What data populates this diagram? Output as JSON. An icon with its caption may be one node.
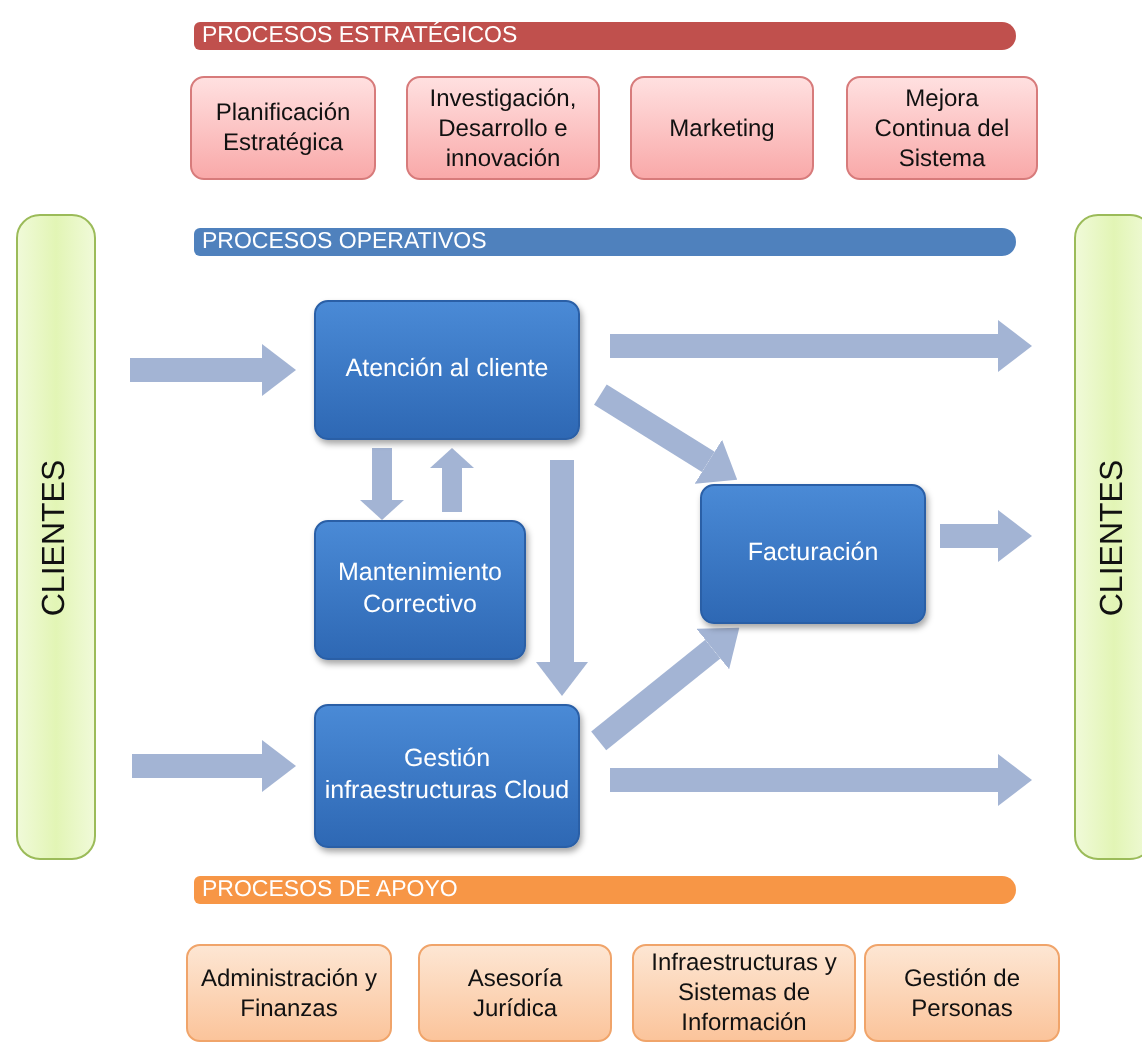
{
  "diagram": {
    "nodes": [
      {
        "text": [
          "PROCESOS ESTRATÉGICOS"
        ]
      },
      {
        "text": [
          "Planificación Estratégica"
        ]
      },
      {
        "text": [
          "Investigación, Desarrollo e innovación"
        ]
      },
      {
        "text": [
          "Marketing"
        ]
      },
      {
        "text": [
          "Mejora Continua del Sistema"
        ]
      },
      {
        "text": [
          "CLIENTES"
        ]
      },
      {
        "text": [
          "PROCESOS OPERATIVOS"
        ]
      },
      {
        "text": [
          "CLIENTES"
        ]
      },
      {
        "text": [
          "Atención al cliente"
        ]
      },
      {
        "text": [
          "Mantenimiento Correctivo"
        ]
      },
      {
        "text": [
          "Facturación"
        ]
      },
      {
        "text": [
          "Gestión infraestructuras Cloud"
        ]
      },
      {
        "text": [
          "PROCESOS DE APOYO"
        ]
      },
      {
        "text": [
          "Administración y Finanzas"
        ]
      },
      {
        "text": [
          "Asesoría Jurídica"
        ]
      },
      {
        "text": [
          "Infraestructuras y Sistemas de Información"
        ]
      },
      {
        "text": [
          "Gestión de Personas"
        ]
      }
    ],
    "edges": [
      {
        "from": 5,
        "to": 8,
        "arrow": "to"
      },
      {
        "from": 5,
        "to": 11,
        "arrow": "to"
      },
      {
        "from": 8,
        "to": 7,
        "arrow": "to"
      },
      {
        "from": 8,
        "to": 10,
        "arrow": "to"
      },
      {
        "from": 8,
        "to": 9,
        "arrow": "to"
      },
      {
        "from": 9,
        "to": 8,
        "arrow": "to"
      },
      {
        "from": 8,
        "to": 11,
        "arrow": "to"
      },
      {
        "from": 11,
        "to": 10,
        "arrow": "to"
      },
      {
        "from": 11,
        "to": 7,
        "arrow": "to"
      },
      {
        "from": 10,
        "to": 7,
        "arrow": "to"
      }
    ]
  }
}
